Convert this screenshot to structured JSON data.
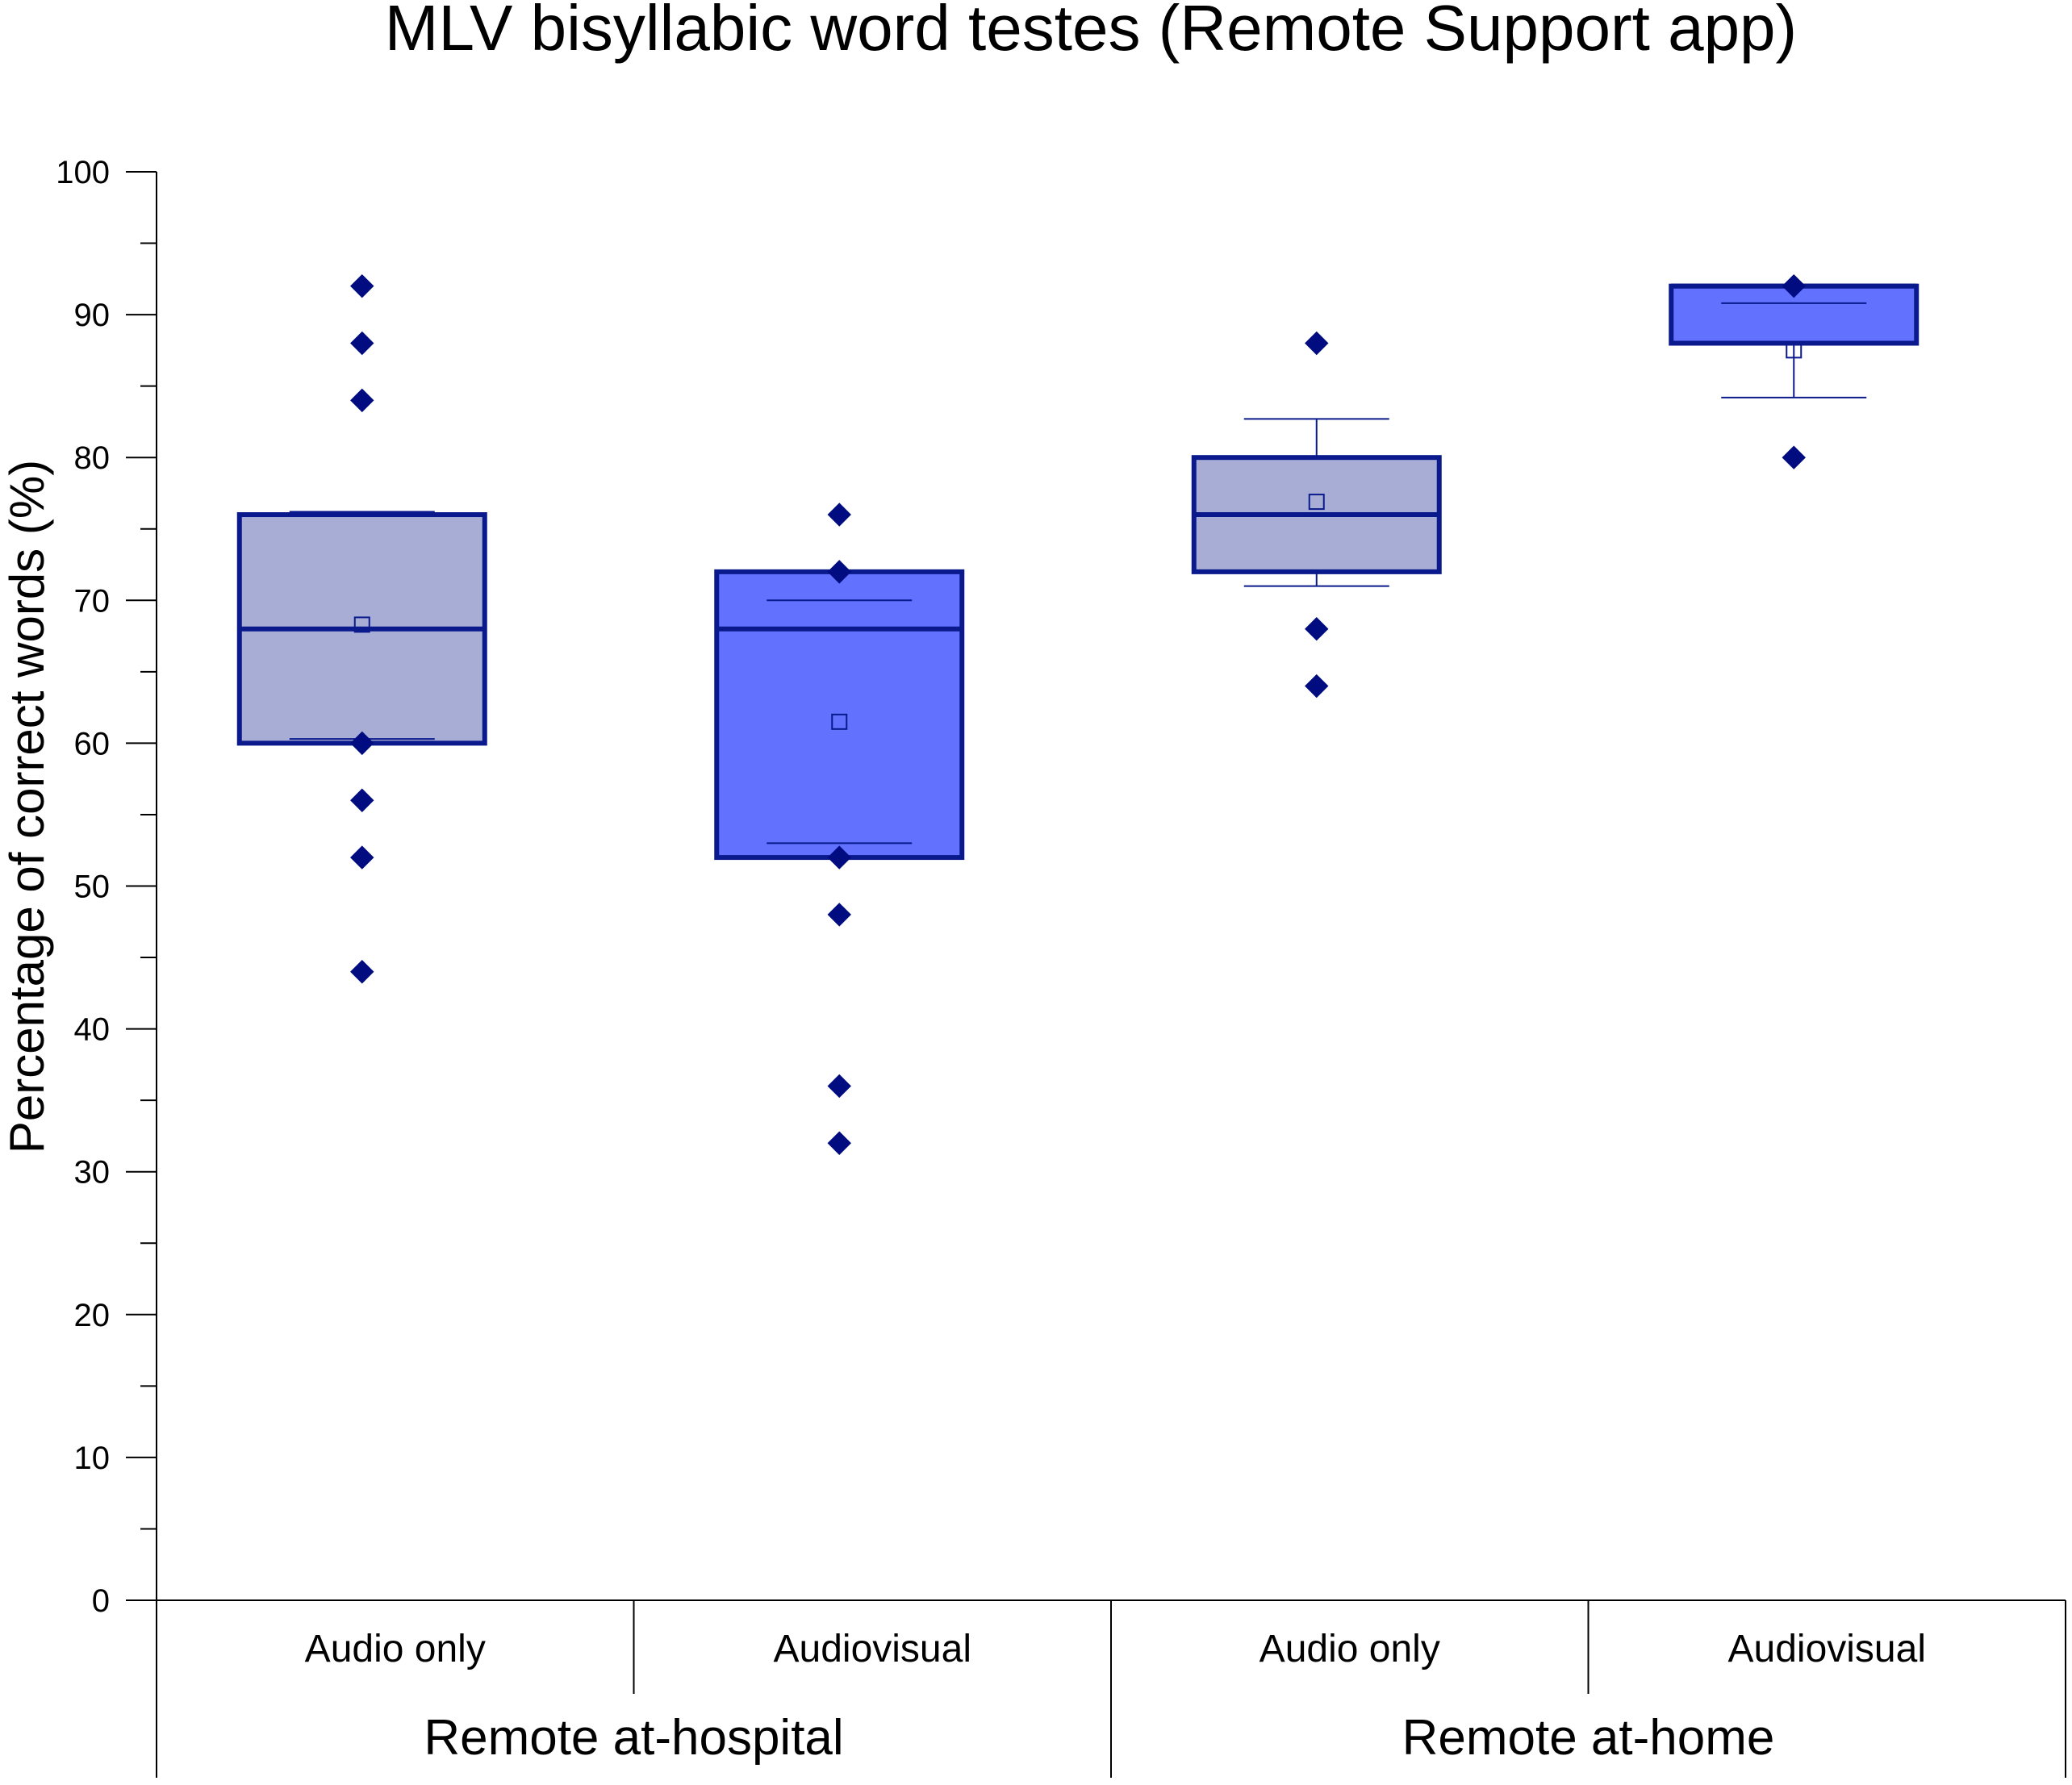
{
  "colors": {
    "outline": "#0a1a8c",
    "point": "#000c80",
    "fill_audio": "#a8add6",
    "fill_audiovisual": "#6272ff",
    "axis": "#000000"
  },
  "chart_data": {
    "type": "box",
    "title": "MLV bisyllabic word testes (Remote Support app)",
    "ylabel": "Percentage of correct words (%)",
    "ylim": [
      0,
      100
    ],
    "yticks": [
      0,
      10,
      20,
      30,
      40,
      50,
      60,
      70,
      80,
      90,
      100
    ],
    "grid": false,
    "legend": "none",
    "groups": [
      {
        "label": "Remote at-hospital",
        "categories": [
          "Audio only",
          "Audiovisual"
        ]
      },
      {
        "label": "Remote at-home",
        "categories": [
          "Audio only",
          "Audiovisual"
        ]
      }
    ],
    "series": [
      {
        "group": "Remote at-hospital",
        "category": "Audio only",
        "fill": "audio",
        "q1": 60,
        "median": 68,
        "q3": 76,
        "mean": 68.3,
        "whisker_low": 60.3,
        "whisker_high": 76.2,
        "points": [
          92,
          88,
          84,
          60,
          56,
          52,
          44
        ]
      },
      {
        "group": "Remote at-hospital",
        "category": "Audiovisual",
        "fill": "audiovisual",
        "q1": 52,
        "median": 68,
        "q3": 72,
        "mean": 61.5,
        "whisker_low": 53,
        "whisker_high": 70,
        "points": [
          76,
          72,
          52,
          48,
          36,
          32
        ]
      },
      {
        "group": "Remote at-home",
        "category": "Audio only",
        "fill": "audio",
        "q1": 72,
        "median": 76,
        "q3": 80,
        "mean": 76.9,
        "whisker_low": 71,
        "whisker_high": 82.7,
        "points": [
          88,
          68,
          64
        ]
      },
      {
        "group": "Remote at-home",
        "category": "Audiovisual",
        "fill": "audiovisual",
        "q1": 88,
        "median": 92,
        "q3": 92,
        "mean": 87.5,
        "whisker_low": 84.2,
        "whisker_high": 90.8,
        "points": [
          92,
          80
        ]
      }
    ]
  }
}
